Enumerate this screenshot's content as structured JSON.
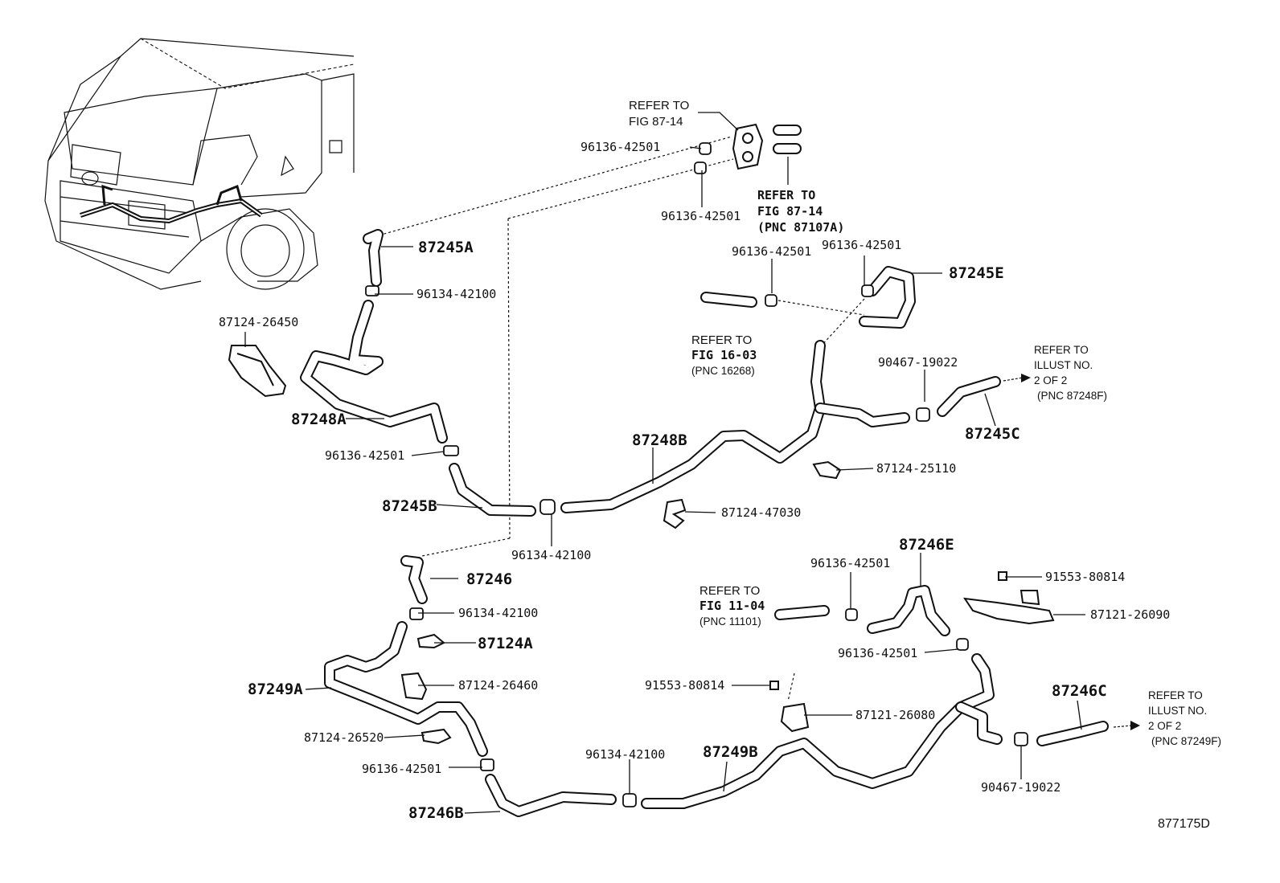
{
  "diagram_id": "877175D",
  "refs": {
    "ref_87_14_a": [
      "REFER TO",
      "FIG 87-14"
    ],
    "ref_87_14_b": [
      "REFER TO",
      "FIG 87-14",
      "(PNC 87107A)"
    ],
    "ref_16_03": [
      "REFER TO",
      "FIG 16-03",
      "(PNC 16268)"
    ],
    "ref_11_04": [
      "REFER TO",
      "FIG 11-04",
      "(PNC 11101)"
    ],
    "ref_illust_1": [
      "REFER TO",
      "ILLUST NO.",
      "2 OF 2",
      "(PNC 87248F)"
    ],
    "ref_illust_2": [
      "REFER TO",
      "ILLUST NO.",
      "2 OF 2",
      "(PNC 87249F)"
    ]
  },
  "labels": {
    "p96136_42501_top1": "96136-42501",
    "p96136_42501_top2": "96136-42501",
    "p87245A": "87245A",
    "p96134_42100_a": "96134-42100",
    "p87124_26450": "87124-26450",
    "p87248A": "87248A",
    "p96136_42501_b": "96136-42501",
    "p87245B": "87245B",
    "p96134_42100_b": "96134-42100",
    "p87248B": "87248B",
    "p87124_47030": "87124-47030",
    "p87124_25110": "87124-25110",
    "p96136_42501_c": "96136-42501",
    "p96136_42501_d": "96136-42501",
    "p87245E": "87245E",
    "p90467_19022_a": "90467-19022",
    "p87245C": "87245C",
    "p87246": "87246",
    "p96134_42100_c": "96134-42100",
    "p87124A": "87124A",
    "p87249A": "87249A",
    "p87124_26460": "87124-26460",
    "p87124_26520": "87124-26520",
    "p96136_42501_e": "96136-42501",
    "p87246B": "87246B",
    "p96134_42100_d": "96134-42100",
    "p87249B": "87249B",
    "p87246E": "87246E",
    "p96136_42501_f": "96136-42501",
    "p96136_42501_g": "96136-42501",
    "p91553_80814_a": "91553-80814",
    "p87121_26090": "87121-26090",
    "p91553_80814_b": "91553-80814",
    "p87121_26080": "87121-26080",
    "p87246C": "87246C",
    "p90467_19022_b": "90467-19022"
  }
}
